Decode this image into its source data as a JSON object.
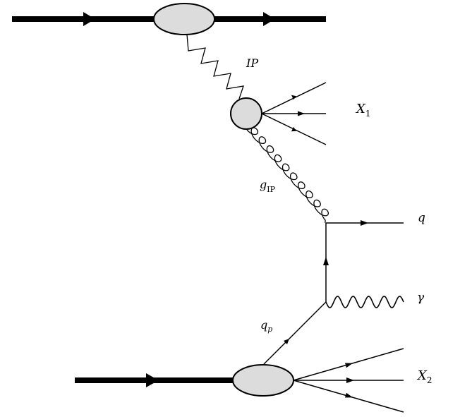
{
  "labels": {
    "pomeron": "IP",
    "x1": "X",
    "x1_sub": "1",
    "gluon": "g",
    "gluon_sub": "IP",
    "quark_out": "q",
    "photon": "γ",
    "quark_in": "q",
    "quark_in_sub": "p",
    "x2": "X",
    "x2_sub": "2"
  },
  "colors": {
    "line": "#000000",
    "blob_fill": "#dcdcdc"
  }
}
